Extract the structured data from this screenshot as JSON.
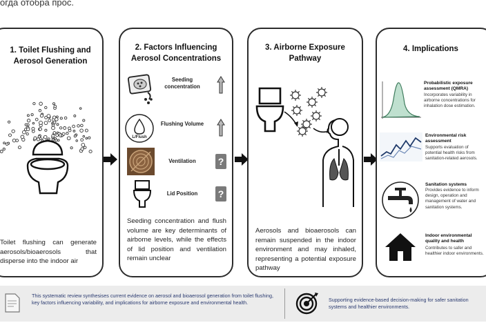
{
  "top_text": "огда отобра прос.",
  "panels": [
    {
      "title_line1": "1.  Toilet Flushing and",
      "title_line2": "Aerosol Generation",
      "body": "Toilet flushing can generate aerosols/bioaerosols that disperse into the indoor air"
    },
    {
      "title_line1": "2. Factors Influencing",
      "title_line2": "Aerosol Concentrations",
      "factors": [
        {
          "label": "Seeding concentration",
          "indicator": "up-arrow"
        },
        {
          "label": "Flushing Volume",
          "indicator": "up-arrow"
        },
        {
          "label": "Ventilation",
          "indicator": "?"
        },
        {
          "label": "Lid Position",
          "indicator": "?"
        }
      ],
      "lflush_label": "L/Flush",
      "body": "Seeding concentration and flush volume are key determinants of airborne levels, while the effects of lid position and ventilation remain unclear"
    },
    {
      "title_line1": "3. Airborne Exposure",
      "title_line2": "Pathway",
      "body": "Aerosols and bioaerosols can remain suspended in the indoor environment and may inhaled, representing a potential exposure pathway"
    },
    {
      "title_line1": "4. Implications",
      "implications": [
        {
          "title": "Probabilistic exposure assessment (QMRA)",
          "text": "Incorporates variability in airborne concentrations for inhalation dose estimation."
        },
        {
          "title": "Environmental risk assessment",
          "text": "Supports evaluation of potential health risks from sanitation-related aerosols."
        },
        {
          "title": "Sanitation systems",
          "text": "Provides evidence to inform design, operation and management of water and sanitation systems."
        },
        {
          "title": "Indoor environmental quality and health",
          "text": "Contributes to safer and healthier indoor environments."
        }
      ]
    }
  ],
  "bottom": {
    "left_text": "This systematic review synthesises current evidence on aerosol and bioaerosol generation from toilet flushing, key factors influencing variability, and implications for airborne exposure and environmental health.",
    "right_text": "Supporting evidence-based decision-making for safer sanitation systems and healthier environments."
  },
  "colors": {
    "panel_border": "#2b2b2b",
    "bottom_bar": "#ececec",
    "bottom_text": "#2a3a70",
    "chart_fill": "#bfe0cf"
  }
}
